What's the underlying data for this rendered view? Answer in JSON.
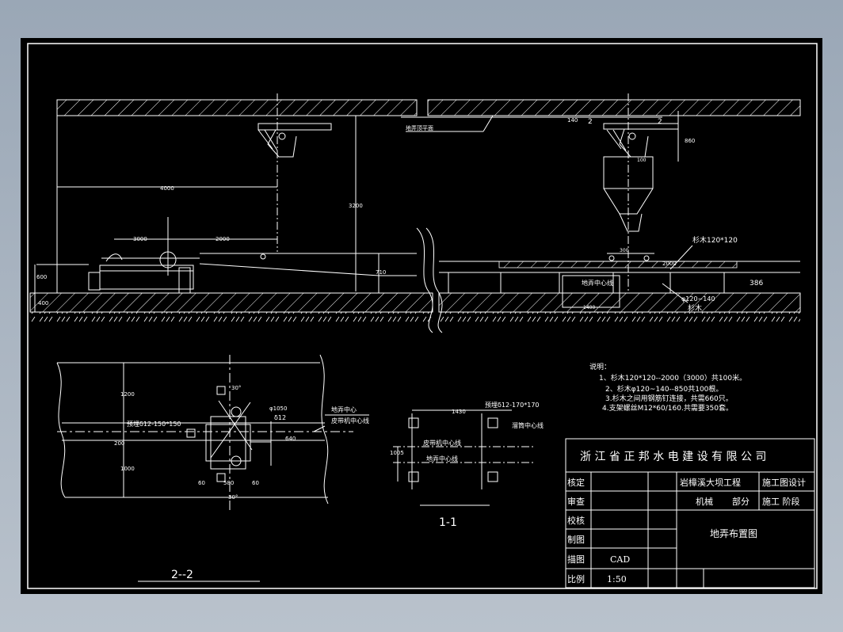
{
  "title_block": {
    "company": "浙 江 省 正 邦 水 电 建 设 有 限 公 司",
    "project": "岩樟溪大坝工程",
    "design_stage": "施工图设计",
    "discipline": "机械",
    "part": "部分",
    "stage": "施工 阶段",
    "drawing_title": "地弄布置图",
    "rows": [
      {
        "label": "核定",
        "value": ""
      },
      {
        "label": "审查",
        "value": ""
      },
      {
        "label": "校核",
        "value": ""
      },
      {
        "label": "制图",
        "value": ""
      },
      {
        "label": "描图",
        "value": "CAD"
      },
      {
        "label": "比例",
        "value": "1:50"
      }
    ]
  },
  "notes": {
    "heading": "说明：",
    "items": [
      "1、杉木120*120--2000（3000）共100米。",
      "2、杉木φ120~140--850共100根。",
      "3.杉木之间用钢筋钉连接，共需660只。",
      "4.支架螺丝M12*60/160.共需要350套。"
    ]
  },
  "elevation": {
    "dims": {
      "d4000": "4000",
      "d3200": "3200",
      "d3000": "3000",
      "d2000": "2000",
      "d600": "600",
      "d400": "400",
      "d710": "710",
      "d140": "140",
      "d860": "860",
      "d100": "100",
      "d300": "300",
      "d2000b": "2000",
      "d386": "386",
      "d1400": "1400"
    },
    "labels": {
      "tunnel_top": "地弄顶平面",
      "tunnel_center": "地弄中心线",
      "timber_square": "杉木120*120",
      "timber_round": "φ120~140",
      "timber": "杉木",
      "cut": "2"
    }
  },
  "section22": {
    "title": "2--2",
    "d1200": "1200",
    "d1000": "1000",
    "d200": "200",
    "d640": "640",
    "d60a": "60",
    "d580": "580",
    "d60b": "60",
    "angle_top": "30°",
    "angle_bot": "30°",
    "d1050": "φ1050",
    "plate": "δ12",
    "embed": "预埋δ12-150*150",
    "tunnel_center": "地弄中心",
    "belt_center": "皮带机中心线"
  },
  "section11": {
    "title": "1-1",
    "d1430": "1430",
    "d1005": "1005",
    "embed": "预埋δ12-170*170",
    "hopper_center": "溜筒中心线",
    "belt_center": "皮带机中心线",
    "tunnel_center": "地弄中心线"
  }
}
